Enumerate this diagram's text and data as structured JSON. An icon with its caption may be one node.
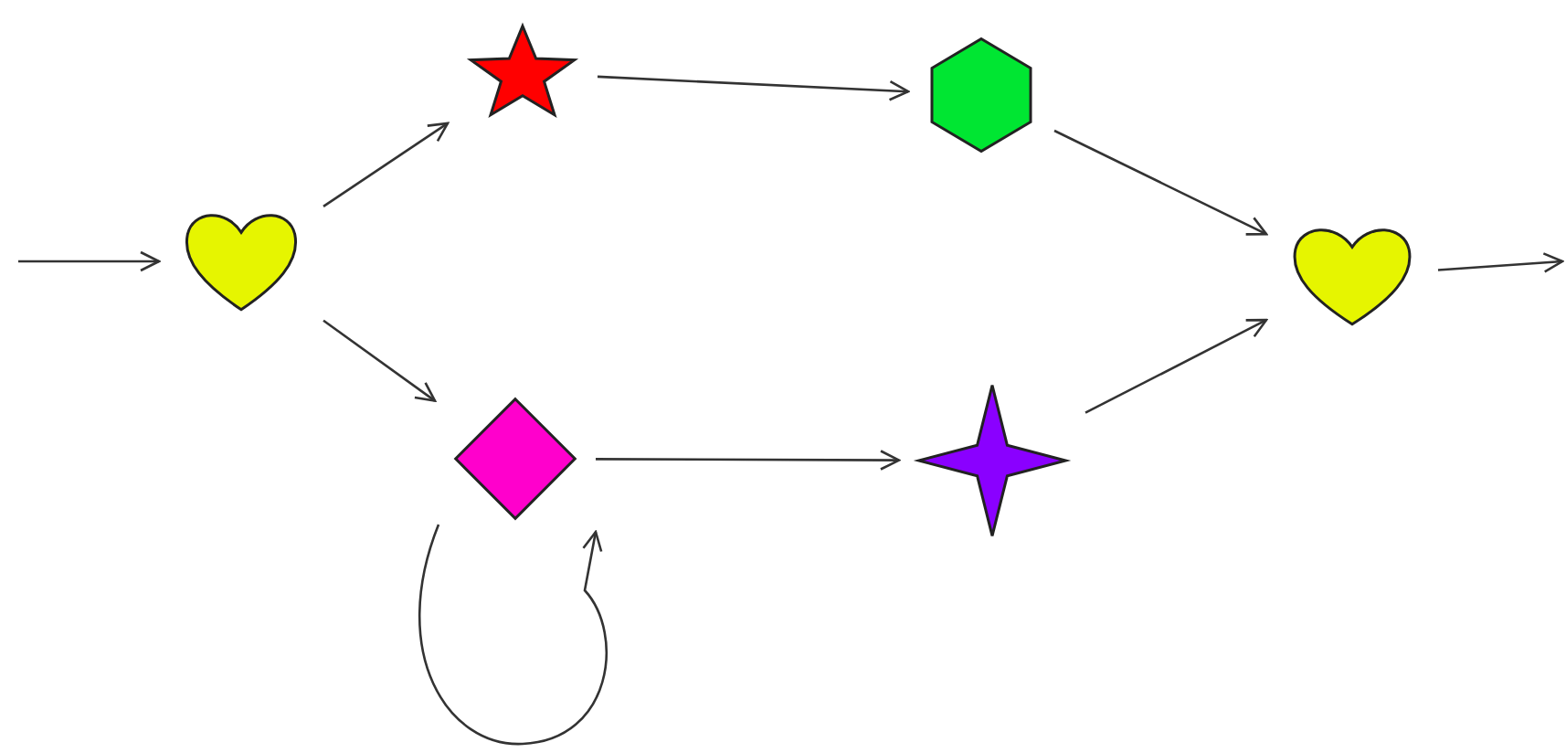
{
  "diagram": {
    "nodes": [
      {
        "text": [],
        "shape": "heart"
      },
      {
        "text": [],
        "shape": "star"
      },
      {
        "text": [],
        "shape": "diamond"
      },
      {
        "text": [],
        "shape": "hexagon"
      },
      {
        "text": [],
        "shape": "sparkle"
      },
      {
        "text": [],
        "shape": "heart"
      }
    ],
    "edges": [
      {
        "from": null,
        "to": 0,
        "arrow": "to"
      },
      {
        "from": 0,
        "to": 1,
        "arrow": "to"
      },
      {
        "from": 0,
        "to": 2,
        "arrow": "to"
      },
      {
        "from": 1,
        "to": 3,
        "arrow": "to"
      },
      {
        "from": 2,
        "to": 4,
        "arrow": "to"
      },
      {
        "from": 3,
        "to": 5,
        "arrow": "to"
      },
      {
        "from": 4,
        "to": 5,
        "arrow": "to"
      },
      {
        "from": 5,
        "to": null,
        "arrow": "to"
      },
      {
        "from": 2,
        "to": 2,
        "arrow": "to"
      }
    ]
  }
}
